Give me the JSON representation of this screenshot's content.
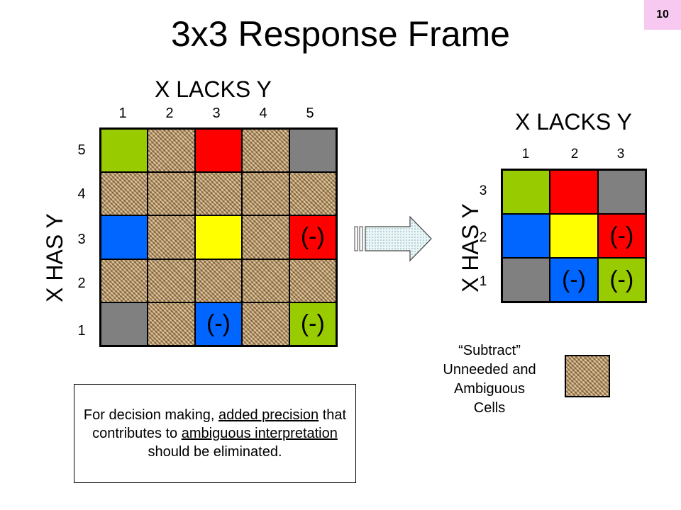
{
  "page_number": "10",
  "title": "3x3 Response Frame",
  "left_grid": {
    "x_label": "X LACKS Y",
    "y_label": "X HAS Y",
    "col_ticks": [
      "1",
      "2",
      "3",
      "4",
      "5"
    ],
    "row_ticks": [
      "5",
      "4",
      "3",
      "2",
      "1"
    ],
    "rows": [
      [
        {
          "color": "green",
          "text": ""
        },
        {
          "color": "burlap",
          "text": ""
        },
        {
          "color": "red",
          "text": ""
        },
        {
          "color": "burlap",
          "text": ""
        },
        {
          "color": "gray",
          "text": ""
        }
      ],
      [
        {
          "color": "burlap",
          "text": ""
        },
        {
          "color": "burlap",
          "text": ""
        },
        {
          "color": "burlap",
          "text": ""
        },
        {
          "color": "burlap",
          "text": ""
        },
        {
          "color": "burlap",
          "text": ""
        }
      ],
      [
        {
          "color": "blue",
          "text": ""
        },
        {
          "color": "burlap",
          "text": ""
        },
        {
          "color": "yellow",
          "text": ""
        },
        {
          "color": "burlap",
          "text": ""
        },
        {
          "color": "red",
          "text": "(-)"
        }
      ],
      [
        {
          "color": "burlap",
          "text": ""
        },
        {
          "color": "burlap",
          "text": ""
        },
        {
          "color": "burlap",
          "text": ""
        },
        {
          "color": "burlap",
          "text": ""
        },
        {
          "color": "burlap",
          "text": ""
        }
      ],
      [
        {
          "color": "gray",
          "text": ""
        },
        {
          "color": "burlap",
          "text": ""
        },
        {
          "color": "blue",
          "text": "(-)"
        },
        {
          "color": "burlap",
          "text": ""
        },
        {
          "color": "green",
          "text": "(-)"
        }
      ]
    ]
  },
  "right_grid": {
    "x_label": "X  LACKS  Y",
    "y_label": "X  HAS  Y",
    "col_ticks": [
      "1",
      "2",
      "3"
    ],
    "row_ticks": [
      "3",
      "2",
      "1"
    ],
    "rows": [
      [
        {
          "color": "green",
          "text": ""
        },
        {
          "color": "red",
          "text": ""
        },
        {
          "color": "gray",
          "text": ""
        }
      ],
      [
        {
          "color": "blue",
          "text": ""
        },
        {
          "color": "yellow",
          "text": ""
        },
        {
          "color": "red",
          "text": "(-)"
        }
      ],
      [
        {
          "color": "gray",
          "text": ""
        },
        {
          "color": "blue",
          "text": "(-)"
        },
        {
          "color": "green",
          "text": "(-)"
        }
      ]
    ]
  },
  "legend": {
    "lines": [
      "“Subtract”",
      "Unneeded and",
      "Ambiguous",
      "Cells"
    ]
  },
  "note": {
    "segments": [
      {
        "text": "For decision making, ",
        "underline": false
      },
      {
        "text": "added precision",
        "underline": true
      },
      {
        "text": " that contributes to ",
        "underline": false
      },
      {
        "text": "ambiguous interpretation",
        "underline": true
      },
      {
        "text": " should be eliminated.",
        "underline": false
      }
    ]
  },
  "colors": {
    "green": "#99cc00",
    "red": "#ff0000",
    "gray": "#808080",
    "blue": "#0066ff",
    "yellow": "#ffff00",
    "burlap": "#c9a878",
    "badge": "#f7c8f0"
  }
}
